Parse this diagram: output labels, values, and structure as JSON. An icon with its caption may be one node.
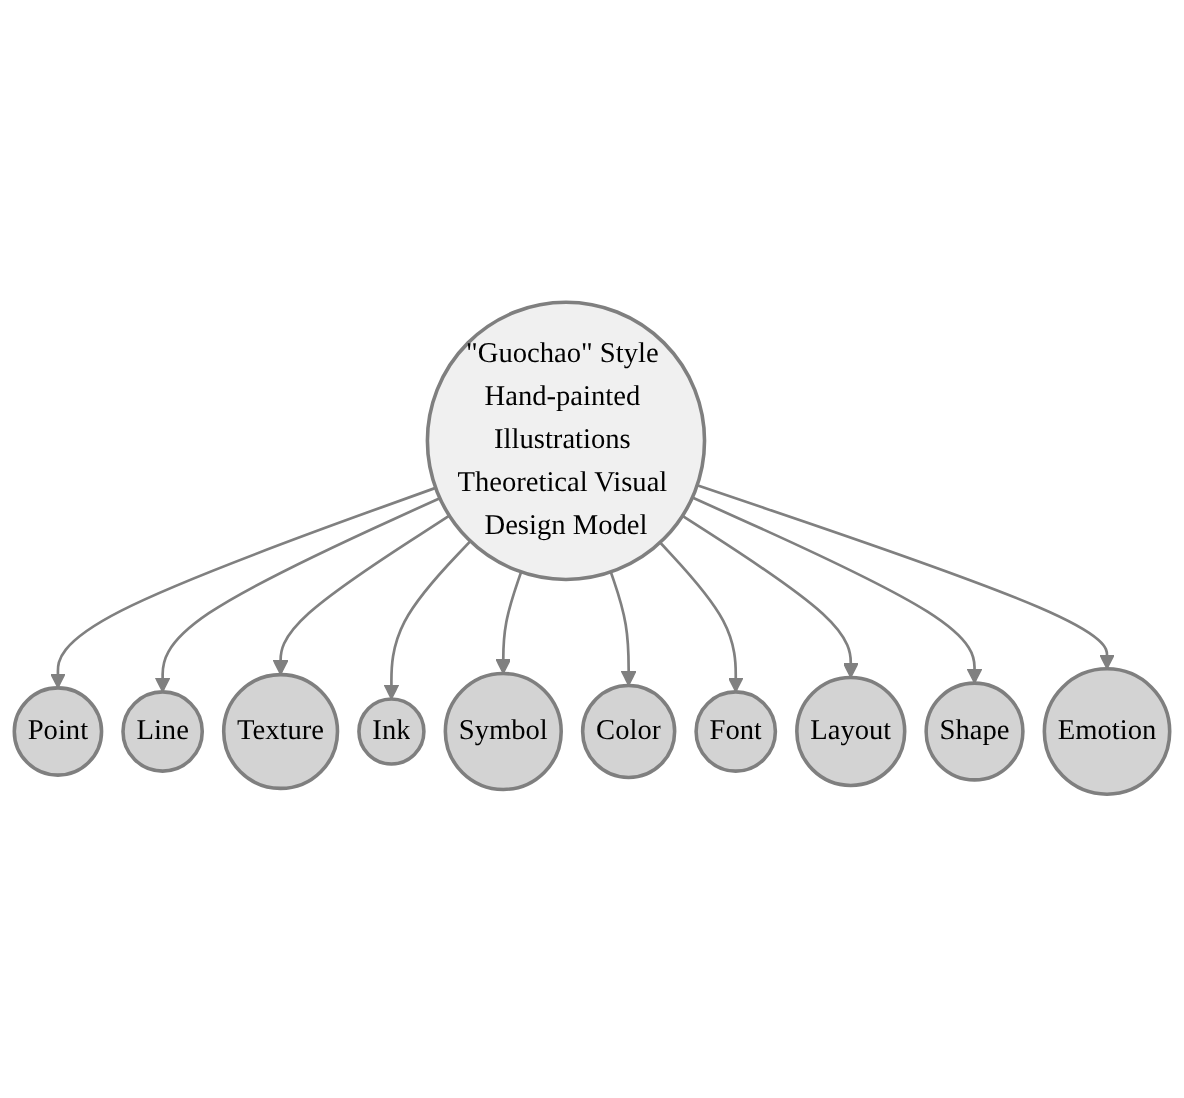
{
  "diagram": {
    "nodes": [
      {
        "text": [
          "\"Guochao\" Style Hand-painted Illustrations Theoretical Visual Design Model"
        ]
      },
      {
        "text": [
          "Point"
        ]
      },
      {
        "text": [
          "Line"
        ]
      },
      {
        "text": [
          "Texture"
        ]
      },
      {
        "text": [
          "Ink"
        ]
      },
      {
        "text": [
          "Symbol"
        ]
      },
      {
        "text": [
          "Color"
        ]
      },
      {
        "text": [
          "Font"
        ]
      },
      {
        "text": [
          "Layout"
        ]
      },
      {
        "text": [
          "Shape"
        ]
      },
      {
        "text": [
          "Emotion"
        ]
      }
    ],
    "edges": [
      {
        "from": 0,
        "to": 1,
        "arrow": "to"
      },
      {
        "from": 0,
        "to": 2,
        "arrow": "to"
      },
      {
        "from": 0,
        "to": 3,
        "arrow": "to"
      },
      {
        "from": 0,
        "to": 4,
        "arrow": "to"
      },
      {
        "from": 0,
        "to": 5,
        "arrow": "to"
      },
      {
        "from": 0,
        "to": 6,
        "arrow": "to"
      },
      {
        "from": 0,
        "to": 7,
        "arrow": "to"
      },
      {
        "from": 0,
        "to": 8,
        "arrow": "to"
      },
      {
        "from": 0,
        "to": 9,
        "arrow": "to"
      },
      {
        "from": 0,
        "to": 10,
        "arrow": "to"
      }
    ]
  }
}
